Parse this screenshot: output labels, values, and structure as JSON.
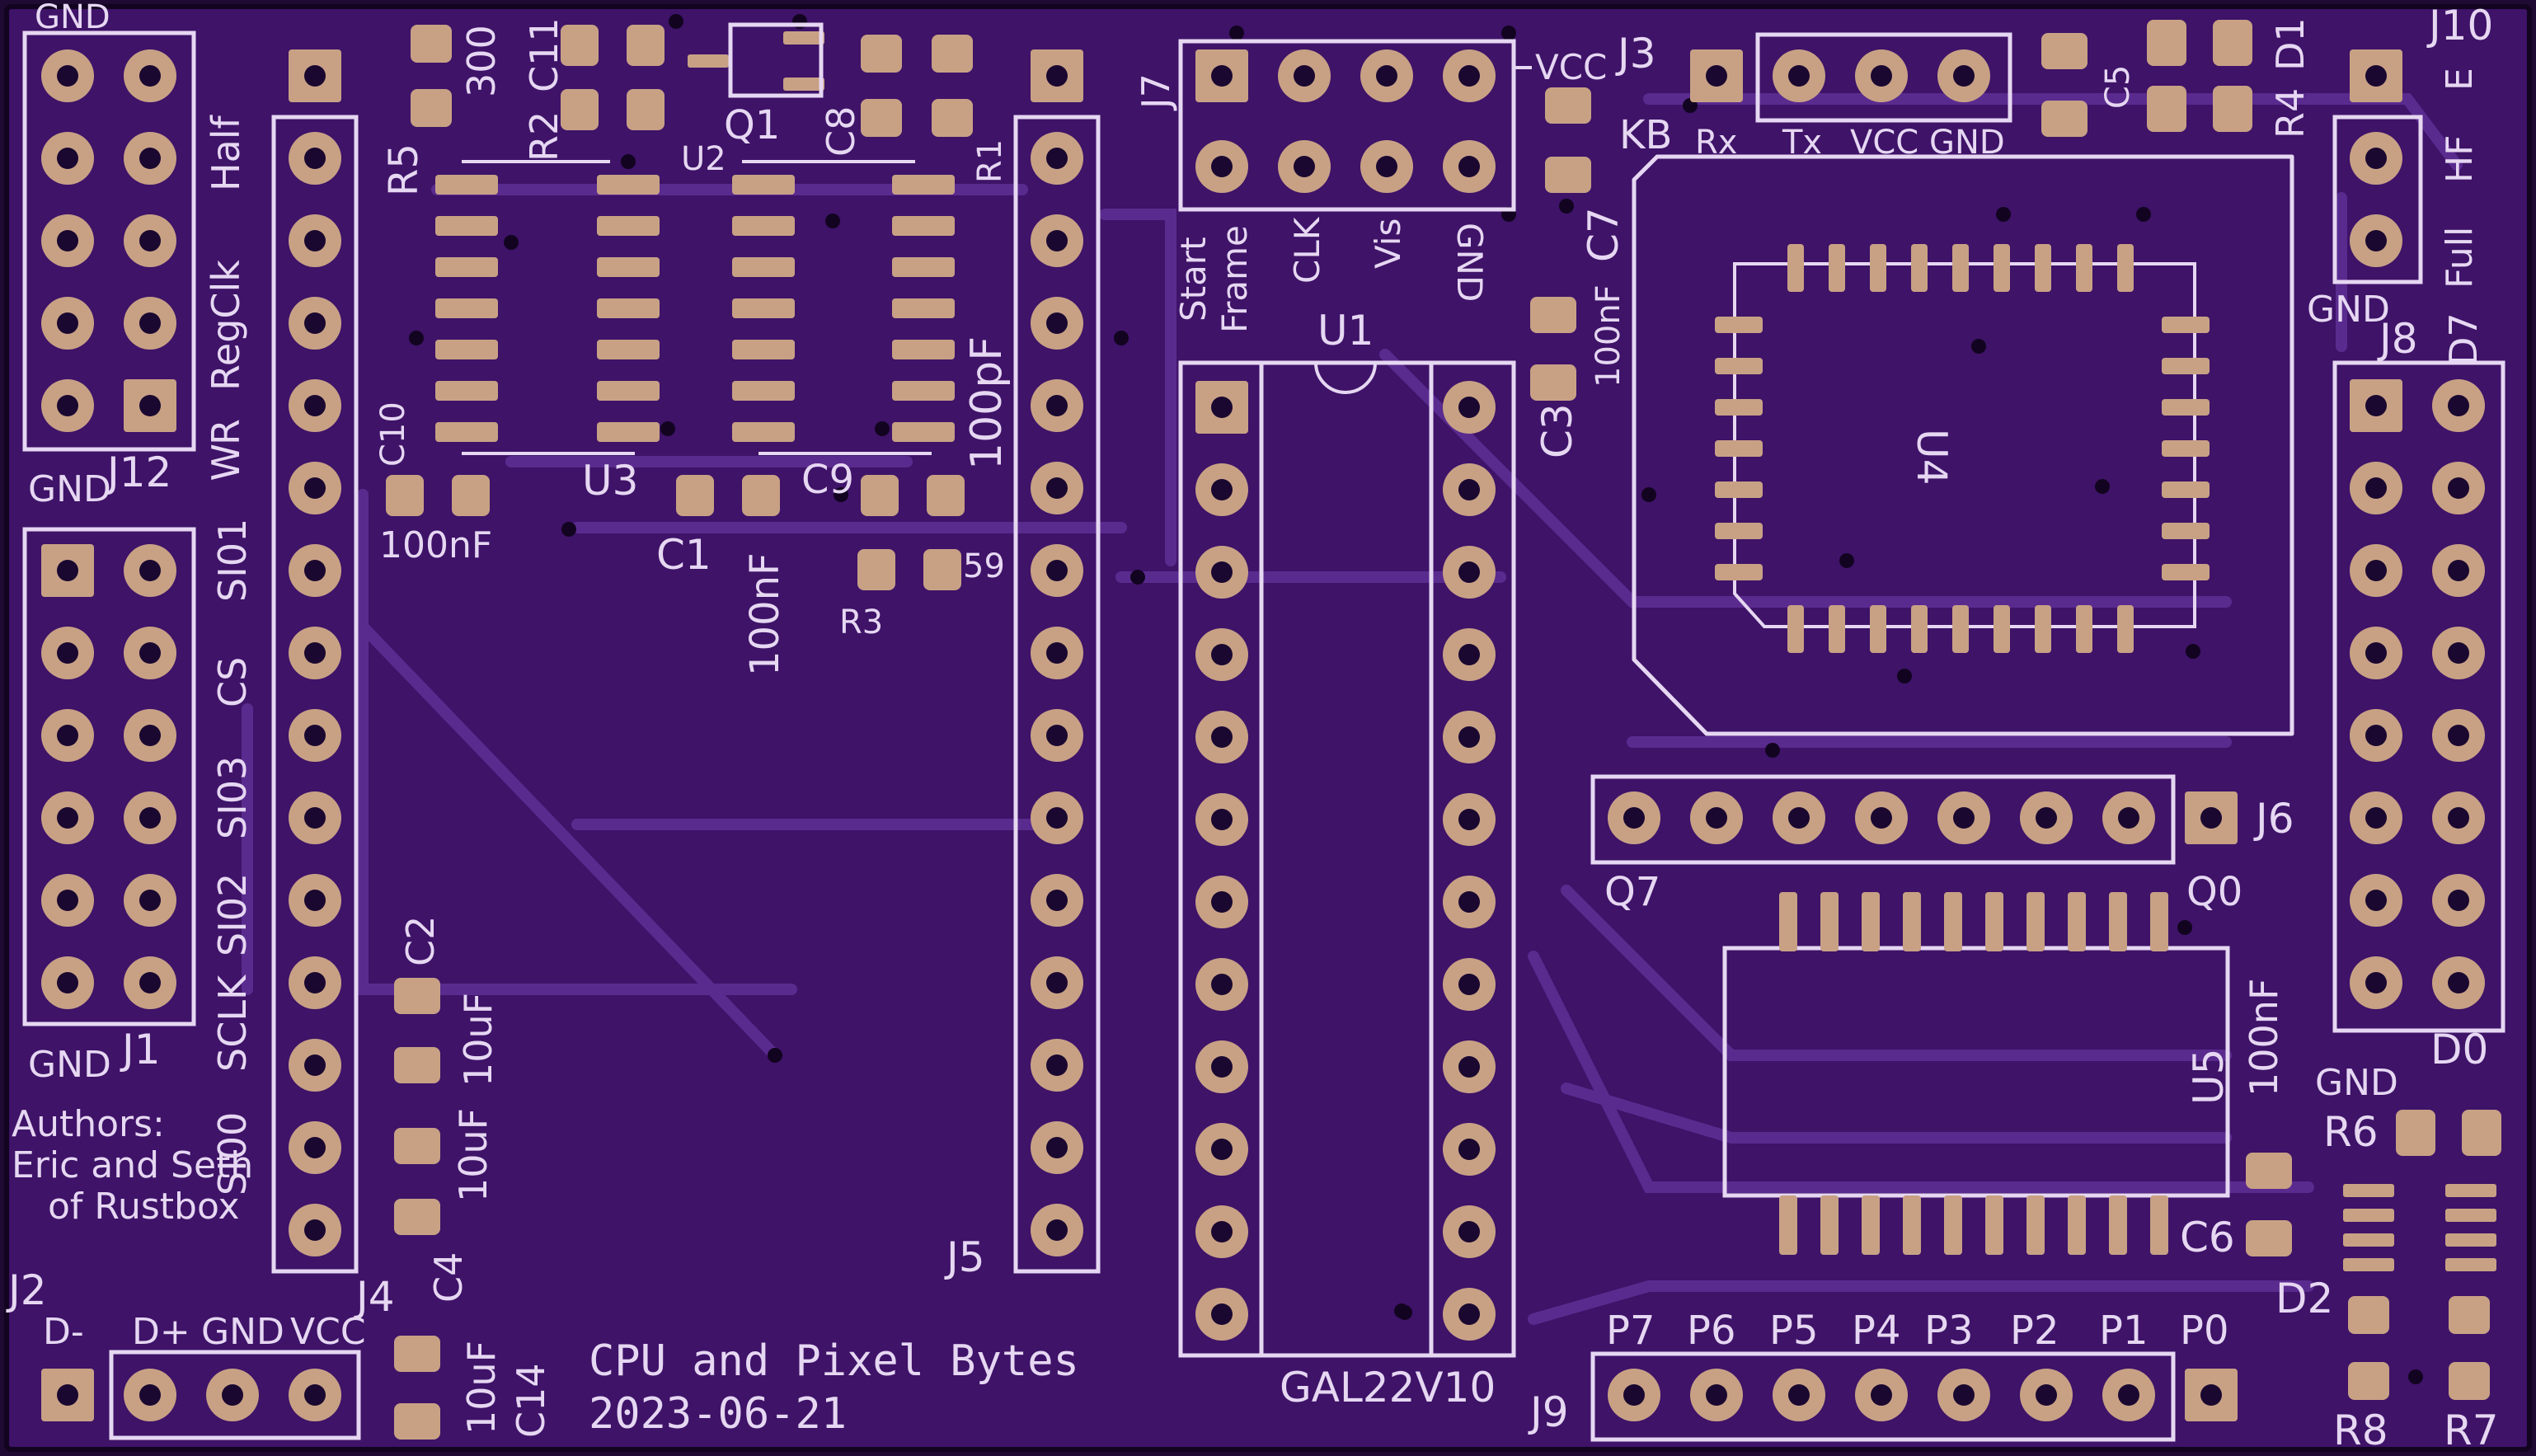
{
  "board": {
    "title_line1": "CPU and Pixel Bytes",
    "title_line2": "2023-06-21",
    "authors": [
      "Authors:",
      "Eric and Seth",
      "of Rustbox"
    ],
    "colors": {
      "substrate": "#3e1368",
      "silk": "#e6d7f2",
      "pad": "#c8a185",
      "edge": "#1e0a33"
    }
  },
  "silk": {
    "j12": {
      "ref": "J12",
      "gnd": "GND",
      "labels": [
        "Half",
        "RegClk",
        "R",
        "W"
      ]
    },
    "j1": {
      "ref": "J1",
      "gnd_top": "GND",
      "gnd_bottom": "GND",
      "labels": [
        "SI01",
        "CS",
        "SI03",
        "SI02",
        "SCLK",
        "SI00"
      ]
    },
    "j2": {
      "ref": "J2",
      "dminus": "D-",
      "dplus": "D+",
      "gnd": "GND",
      "vcc": "VCC"
    },
    "j4": {
      "ref": "J4"
    },
    "j5": {
      "ref": "J5"
    },
    "j7": {
      "ref": "J7",
      "vcc": "VCC",
      "labels": [
        "Start",
        "Frame",
        "CLK",
        "Vis",
        "GND"
      ]
    },
    "j3": {
      "ref": "J3",
      "kb": "KB",
      "labels": [
        "Rx",
        "Tx",
        "VCC",
        "GND"
      ]
    },
    "j10": {
      "ref": "J10",
      "labels": [
        "E",
        "HF",
        "Full"
      ]
    },
    "j8": {
      "ref": "J8",
      "gnd_top": "GND",
      "gnd_bottom": "GND",
      "d7": "D7",
      "d0": "D0"
    },
    "j6": {
      "ref": "J6",
      "q7": "Q7",
      "q0": "Q0"
    },
    "j9": {
      "ref": "J9",
      "labels": [
        "P7",
        "P6",
        "P5",
        "P4",
        "P3",
        "P2",
        "P1",
        "P0"
      ]
    },
    "u1": {
      "ref": "U1",
      "part": "GAL22V10"
    },
    "u2": {
      "ref": "U2"
    },
    "u3": {
      "ref": "U3"
    },
    "u4": {
      "ref": "U4"
    },
    "u5": {
      "ref": "U5"
    },
    "q1": {
      "ref": "Q1"
    },
    "d1": {
      "ref": "D1"
    },
    "d2": {
      "ref": "D2"
    },
    "r1": {
      "ref": "R1"
    },
    "r2": {
      "ref": "R2"
    },
    "r3": {
      "ref": "R3",
      "value": "59"
    },
    "r4": {
      "ref": "R4"
    },
    "r5": {
      "ref": "R5"
    },
    "r6": {
      "ref": "R6"
    },
    "r7": {
      "ref": "R7"
    },
    "r8": {
      "ref": "R8"
    },
    "c1": {
      "ref": "C1",
      "value": "100nF"
    },
    "c2": {
      "ref": "C2",
      "value": "10uF"
    },
    "c3": {
      "ref": "C3",
      "value": "100nF"
    },
    "c4": {
      "ref": "C4",
      "value": "10uF"
    },
    "c5": {
      "ref": "C5"
    },
    "c6": {
      "ref": "C6",
      "value": "100nF"
    },
    "c7": {
      "ref": "C7"
    },
    "c8": {
      "ref": "C8"
    },
    "c9": {
      "ref": "C9",
      "value": "100pF"
    },
    "c10": {
      "ref": "C10",
      "value": "100nF"
    },
    "c11": {
      "ref": "C11",
      "value": "300"
    },
    "c14": {
      "ref": "C14",
      "value": "10uF"
    }
  }
}
